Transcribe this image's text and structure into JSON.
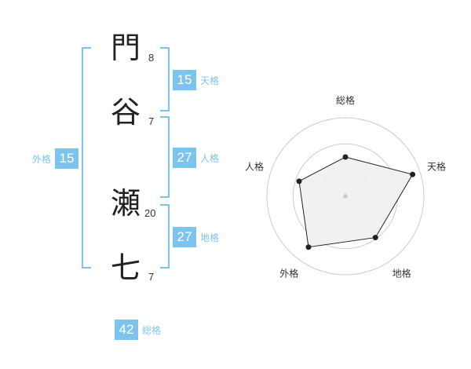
{
  "name": {
    "chars": [
      {
        "char": "門",
        "strokes": "8"
      },
      {
        "char": "谷",
        "strokes": "7"
      },
      {
        "char": "瀬",
        "strokes": "20"
      },
      {
        "char": "七",
        "strokes": "7"
      }
    ]
  },
  "fortunes": {
    "tenkaku": {
      "value": "15",
      "label": "天格"
    },
    "jinkaku": {
      "value": "27",
      "label": "人格"
    },
    "chikaku": {
      "value": "27",
      "label": "地格"
    },
    "gaikaku": {
      "value": "15",
      "label": "外格"
    },
    "soukaku": {
      "value": "42",
      "label": "総格"
    }
  },
  "colors": {
    "accent": "#7cc4ee",
    "radar_fill": "#f0f0f0",
    "radar_line": "#222222"
  },
  "chart_data": {
    "type": "radar",
    "axes": [
      "総格",
      "天格",
      "地格",
      "外格",
      "人格"
    ],
    "values": [
      0.5,
      0.9,
      0.65,
      0.8,
      0.62
    ],
    "rings": 3
  }
}
